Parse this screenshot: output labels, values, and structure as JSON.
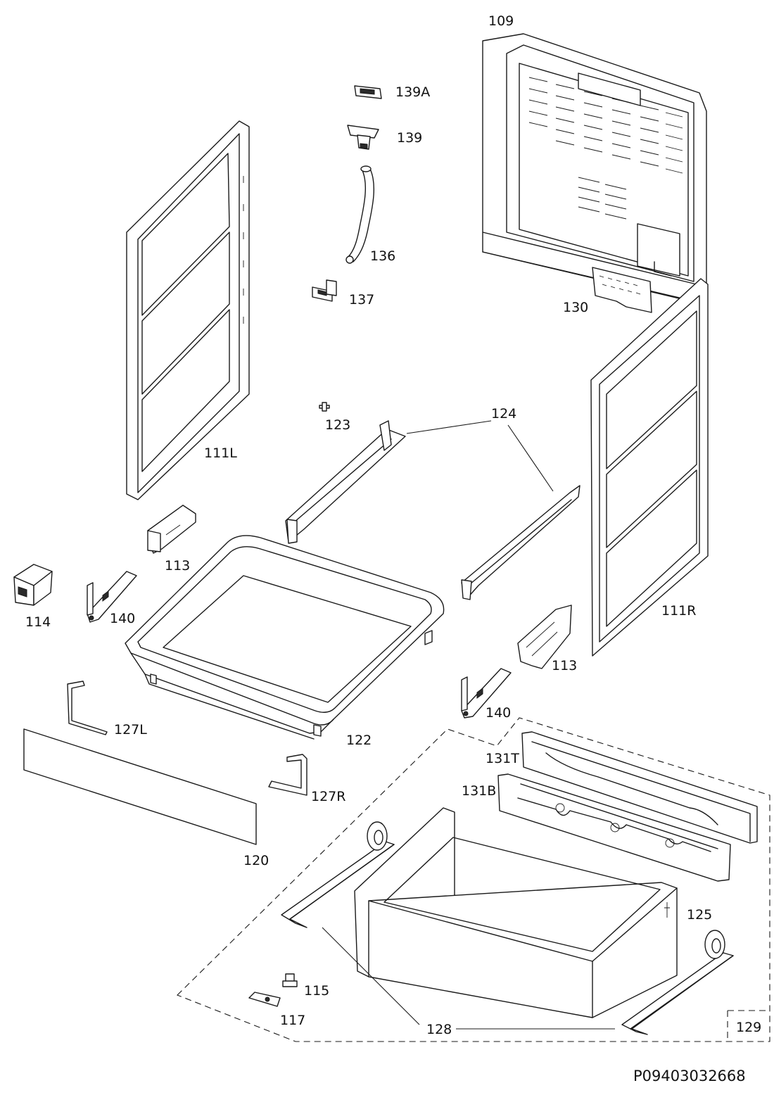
{
  "document_code": "P09403032668",
  "labels": {
    "l109": "109",
    "l139a": "139A",
    "l139": "139",
    "l136": "136",
    "l137": "137",
    "l130": "130",
    "l111l": "111L",
    "l111r": "111R",
    "l123": "123",
    "l124": "124",
    "l113a": "113",
    "l113b": "113",
    "l114": "114",
    "l140a": "140",
    "l140b": "140",
    "l122": "122",
    "l127l": "127L",
    "l127r": "127R",
    "l120": "120",
    "l131t": "131T",
    "l131b": "131B",
    "l125": "125",
    "l115": "115",
    "l117": "117",
    "l128": "128",
    "l129": "129"
  }
}
